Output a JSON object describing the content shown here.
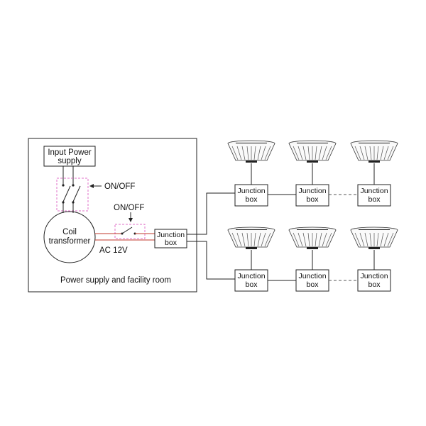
{
  "room": {
    "input_power_line1": "Input Power",
    "input_power_line2": "supply",
    "switch_label_main": "ON/OFF",
    "switch_label_secondary": "ON/OFF",
    "coil_line1": "Coil",
    "coil_line2": "transformer",
    "voltage": "AC 12V",
    "junction_line1": "Junction",
    "junction_line2": "box",
    "caption": "Power supply and facility room"
  },
  "rows": [
    {
      "junctions": [
        {
          "line1": "Junction",
          "line2": "box"
        },
        {
          "line1": "Junction",
          "line2": "box"
        },
        {
          "line1": "Junction",
          "line2": "box"
        }
      ]
    },
    {
      "junctions": [
        {
          "line1": "Junction",
          "line2": "box"
        },
        {
          "line1": "Junction",
          "line2": "box"
        },
        {
          "line1": "Junction",
          "line2": "box"
        }
      ]
    }
  ],
  "colors": {
    "switch_frame": "#e070c8",
    "low_voltage_wire": "#c0392b"
  },
  "icons": [
    "lamp-icon",
    "switch-icon",
    "arrow-icon"
  ]
}
